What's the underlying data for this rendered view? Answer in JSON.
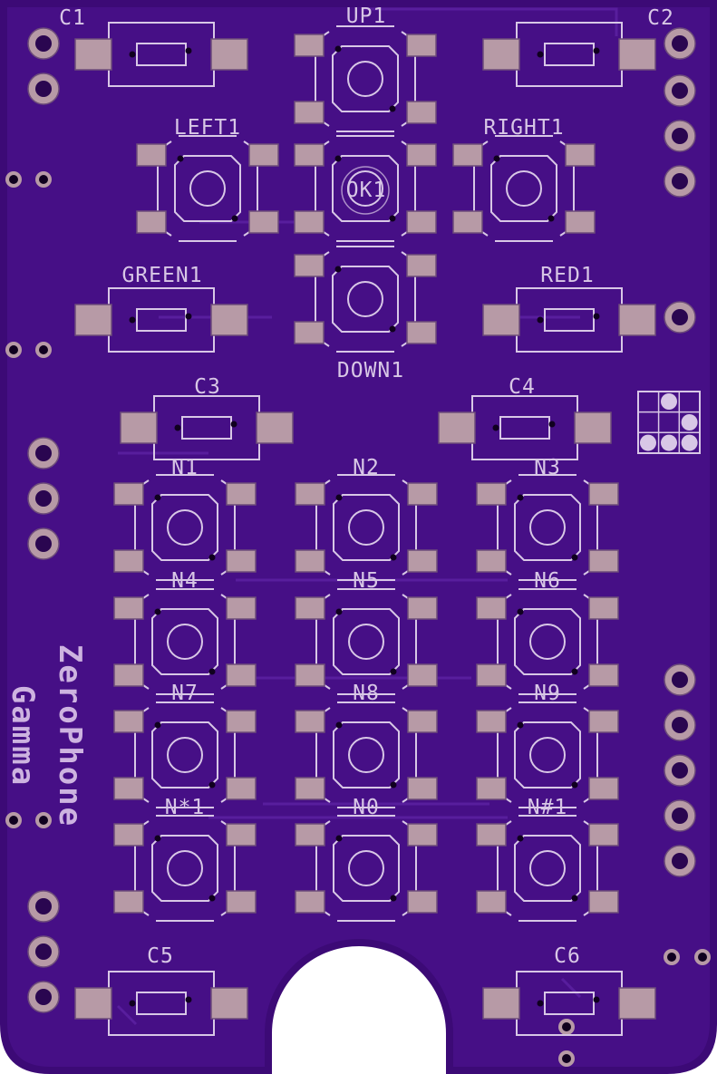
{
  "board": {
    "brand_line_1": "ZeroPhone",
    "brand_line_2": "Gamma",
    "colors": {
      "substrate": "#3c0a76",
      "copper": "#4a138a",
      "pad": "#b79aa6",
      "silkscreen": "#d8c7e6"
    }
  },
  "labels": {
    "c1": "C1",
    "c2": "C2",
    "up1": "UP1",
    "left1": "LEFT1",
    "right1": "RIGHT1",
    "ok1": "OK1",
    "green1": "GREEN1",
    "red1": "RED1",
    "down1": "DOWN1",
    "c3": "C3",
    "c4": "C4",
    "n1": "N1",
    "n2": "N2",
    "n3": "N3",
    "n4": "N4",
    "n5": "N5",
    "n6": "N6",
    "n7": "N7",
    "n8": "N8",
    "n9": "N9",
    "nstar1": "N*1",
    "n0": "N0",
    "nhash1": "N#1",
    "c5": "C5",
    "c6": "C6"
  }
}
